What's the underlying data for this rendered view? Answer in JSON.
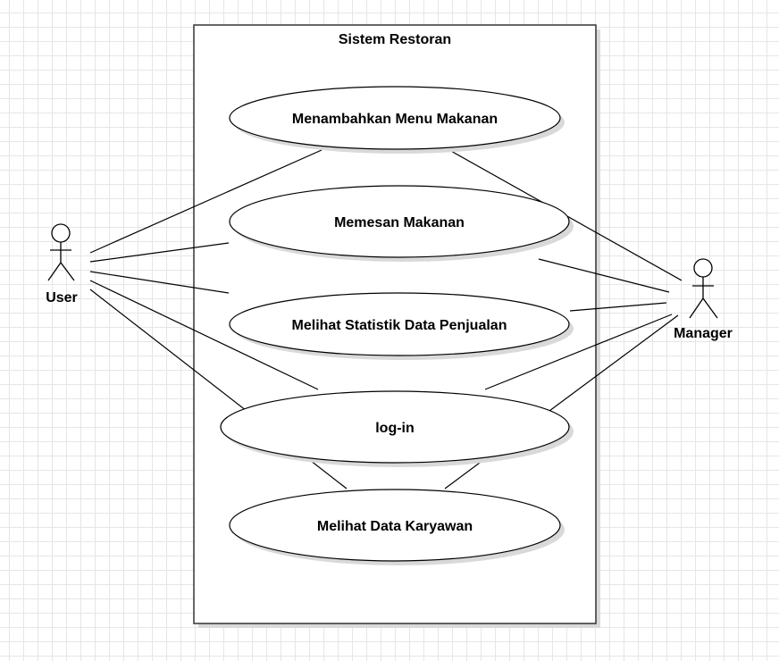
{
  "system": {
    "title": "Sistem Restoran"
  },
  "actors": {
    "user": {
      "label": "User"
    },
    "manager": {
      "label": "Manager"
    }
  },
  "use_cases": [
    {
      "label": "Menambahkan Menu Makanan"
    },
    {
      "label": "Memesan Makanan"
    },
    {
      "label": "Melihat Statistik Data Penjualan"
    },
    {
      "label": "log-in"
    },
    {
      "label": "Melihat Data Karyawan"
    }
  ],
  "colors": {
    "line": "#000000",
    "shadow": "#d9d9d9",
    "grid": "#e6e6e6"
  }
}
